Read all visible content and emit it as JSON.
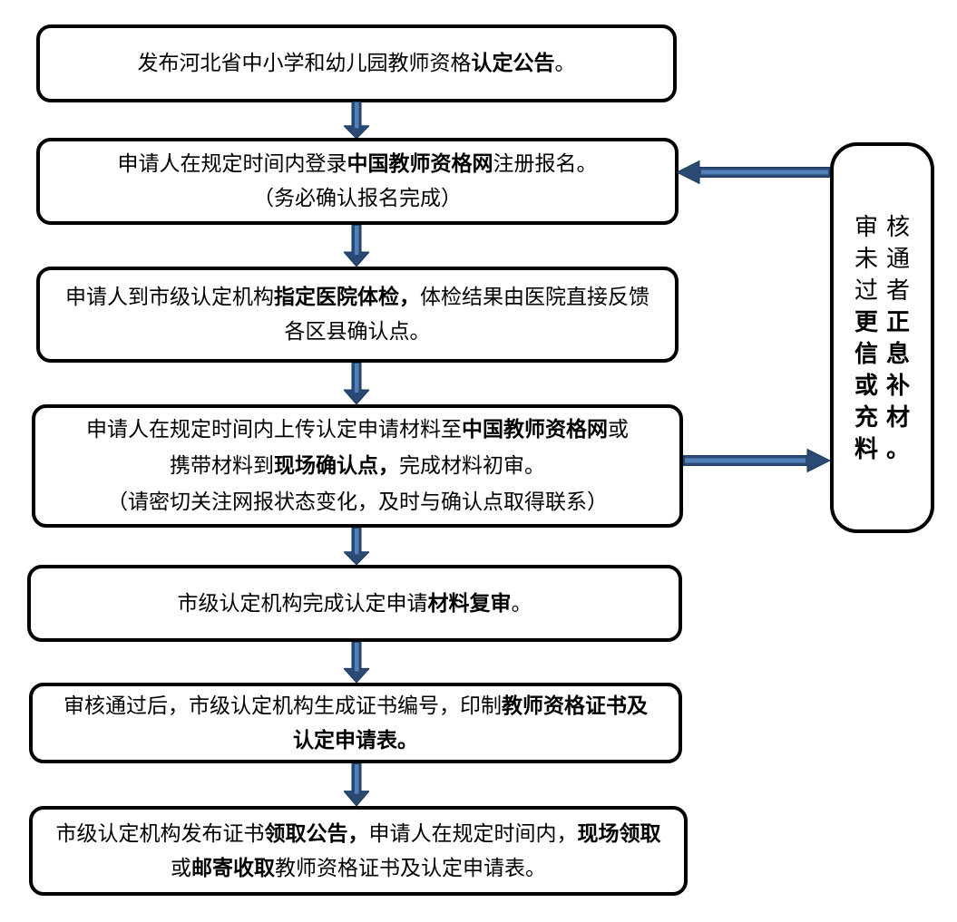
{
  "colors": {
    "page_bg": "#ffffff",
    "box_bg": "#ffffff",
    "box_border": "#000000",
    "text": "#000000",
    "arrow_dark": "#2a4a74",
    "arrow_edge": "#1b3a5e",
    "arrow_light": "#5181b8"
  },
  "flow": {
    "boxes": [
      {
        "id": "publish-announcement",
        "lines": [
          [
            {
              "text": "发布河北省中小学和幼儿园教师资格",
              "bold": false
            },
            {
              "text": "认定公告",
              "bold": true
            },
            {
              "text": "。",
              "bold": false
            }
          ]
        ]
      },
      {
        "id": "register-online",
        "lines": [
          [
            {
              "text": "申请人在规定时间内登录",
              "bold": false
            },
            {
              "text": "中国教师资格网",
              "bold": true
            },
            {
              "text": "注册报名。",
              "bold": false
            }
          ],
          [
            {
              "text": "（务必确认报名完成）",
              "bold": false
            }
          ]
        ]
      },
      {
        "id": "physical-exam",
        "lines": [
          [
            {
              "text": "申请人到市级认定机构",
              "bold": false
            },
            {
              "text": "指定医院体检，",
              "bold": true
            },
            {
              "text": "体检结果由医院直接反馈",
              "bold": false
            }
          ],
          [
            {
              "text": "各区县确认点。",
              "bold": false
            }
          ]
        ]
      },
      {
        "id": "submit-materials",
        "lines": [
          [
            {
              "text": "申请人在规定时间内上传认定申请材料至",
              "bold": false
            },
            {
              "text": "中国教师资格网",
              "bold": true
            },
            {
              "text": "或",
              "bold": false
            }
          ],
          [
            {
              "text": "携带材料到",
              "bold": false
            },
            {
              "text": "现场确认点，",
              "bold": true
            },
            {
              "text": "完成材料初审。",
              "bold": false
            }
          ],
          [
            {
              "text": "（请密切关注网报状态变化，及时与确认点取得联系）",
              "bold": false
            }
          ]
        ]
      },
      {
        "id": "material-review",
        "lines": [
          [
            {
              "text": "市级认定机构完成认定申请",
              "bold": false
            },
            {
              "text": "材料复审",
              "bold": true
            },
            {
              "text": "。",
              "bold": false
            }
          ]
        ]
      },
      {
        "id": "print-certificate",
        "lines": [
          [
            {
              "text": "审核通过后，市级认定机构生成证书编号，印制",
              "bold": false
            },
            {
              "text": "教师资格证书及",
              "bold": true
            }
          ],
          [
            {
              "text": "认定申请表。",
              "bold": true
            }
          ]
        ]
      },
      {
        "id": "collect-certificate",
        "lines": [
          [
            {
              "text": "市级认定机构发布证书",
              "bold": false
            },
            {
              "text": "领取公告，",
              "bold": true
            },
            {
              "text": "申请人在规定时间内，",
              "bold": false
            },
            {
              "text": "现场领取",
              "bold": true
            }
          ],
          [
            {
              "text": "或",
              "bold": false
            },
            {
              "text": "邮寄收取",
              "bold": true
            },
            {
              "text": "教师资格证书及认定申请表。",
              "bold": false
            }
          ]
        ]
      }
    ],
    "side_box": {
      "id": "review-failed-correct-info",
      "lines": [
        [
          {
            "text": "审核",
            "bold": false
          }
        ],
        [
          {
            "text": "未通",
            "bold": false
          }
        ],
        [
          {
            "text": "过者",
            "bold": false
          }
        ],
        [
          {
            "text": "更正",
            "bold": true
          }
        ],
        [
          {
            "text": "信息",
            "bold": true
          }
        ],
        [
          {
            "text": "或补",
            "bold": true
          }
        ],
        [
          {
            "text": "充材",
            "bold": true
          }
        ],
        [
          {
            "text": "料。",
            "bold": true
          }
        ]
      ]
    }
  }
}
